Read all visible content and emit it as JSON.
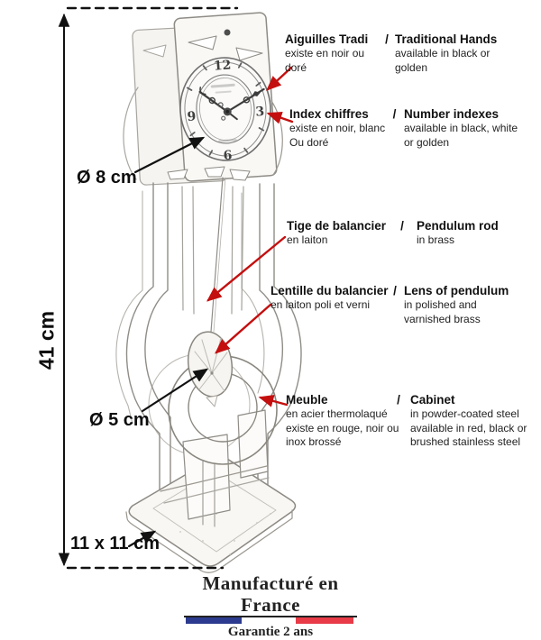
{
  "colors": {
    "arrow_red": "#c40f0f",
    "ink": "#111111",
    "flag_blue": "#2c3b8f",
    "flag_red": "#e83a47"
  },
  "dimensions": {
    "height": "41 cm",
    "face_diameter": "Ø 8 cm",
    "lens_diameter": "Ø 5 cm",
    "base": "11 x 11 cm"
  },
  "clock_face": {
    "numerals": {
      "twelve": "12",
      "three": "3",
      "six": "6",
      "nine": "9"
    }
  },
  "annotations": [
    {
      "separator": "/",
      "fr_title": "Aiguilles Tradi",
      "en_title": "Traditional Hands",
      "fr_lines": [
        "existe en noir ou",
        "doré"
      ],
      "en_lines": [
        "available in black or",
        "golden"
      ]
    },
    {
      "separator": "/",
      "fr_title": "Index chiffres",
      "en_title": "Number indexes",
      "fr_lines": [
        "existe en noir, blanc",
        "Ou doré"
      ],
      "en_lines": [
        "available in black, white",
        "or golden"
      ]
    },
    {
      "separator": "/",
      "fr_title": "Tige de balancier",
      "en_title": "Pendulum rod",
      "fr_lines": [
        "en laiton"
      ],
      "en_lines": [
        "in brass"
      ]
    },
    {
      "separator": "/",
      "fr_title": "Lentille du balancier",
      "en_title": "Lens of pendulum",
      "fr_lines": [
        "en laiton poli et verni"
      ],
      "en_lines": [
        "in polished and",
        "varnished brass"
      ]
    },
    {
      "separator": "/",
      "fr_title": "Meuble",
      "en_title": "Cabinet",
      "fr_lines": [
        "en acier thermolaqué",
        "existe en rouge, noir ou",
        "inox brossé"
      ],
      "en_lines": [
        "in powder-coated steel",
        "available in red, black or",
        "brushed stainless steel"
      ]
    }
  ],
  "footer": {
    "made_in": "Manufacturé en France",
    "warranty": "Garantie 2 ans"
  }
}
